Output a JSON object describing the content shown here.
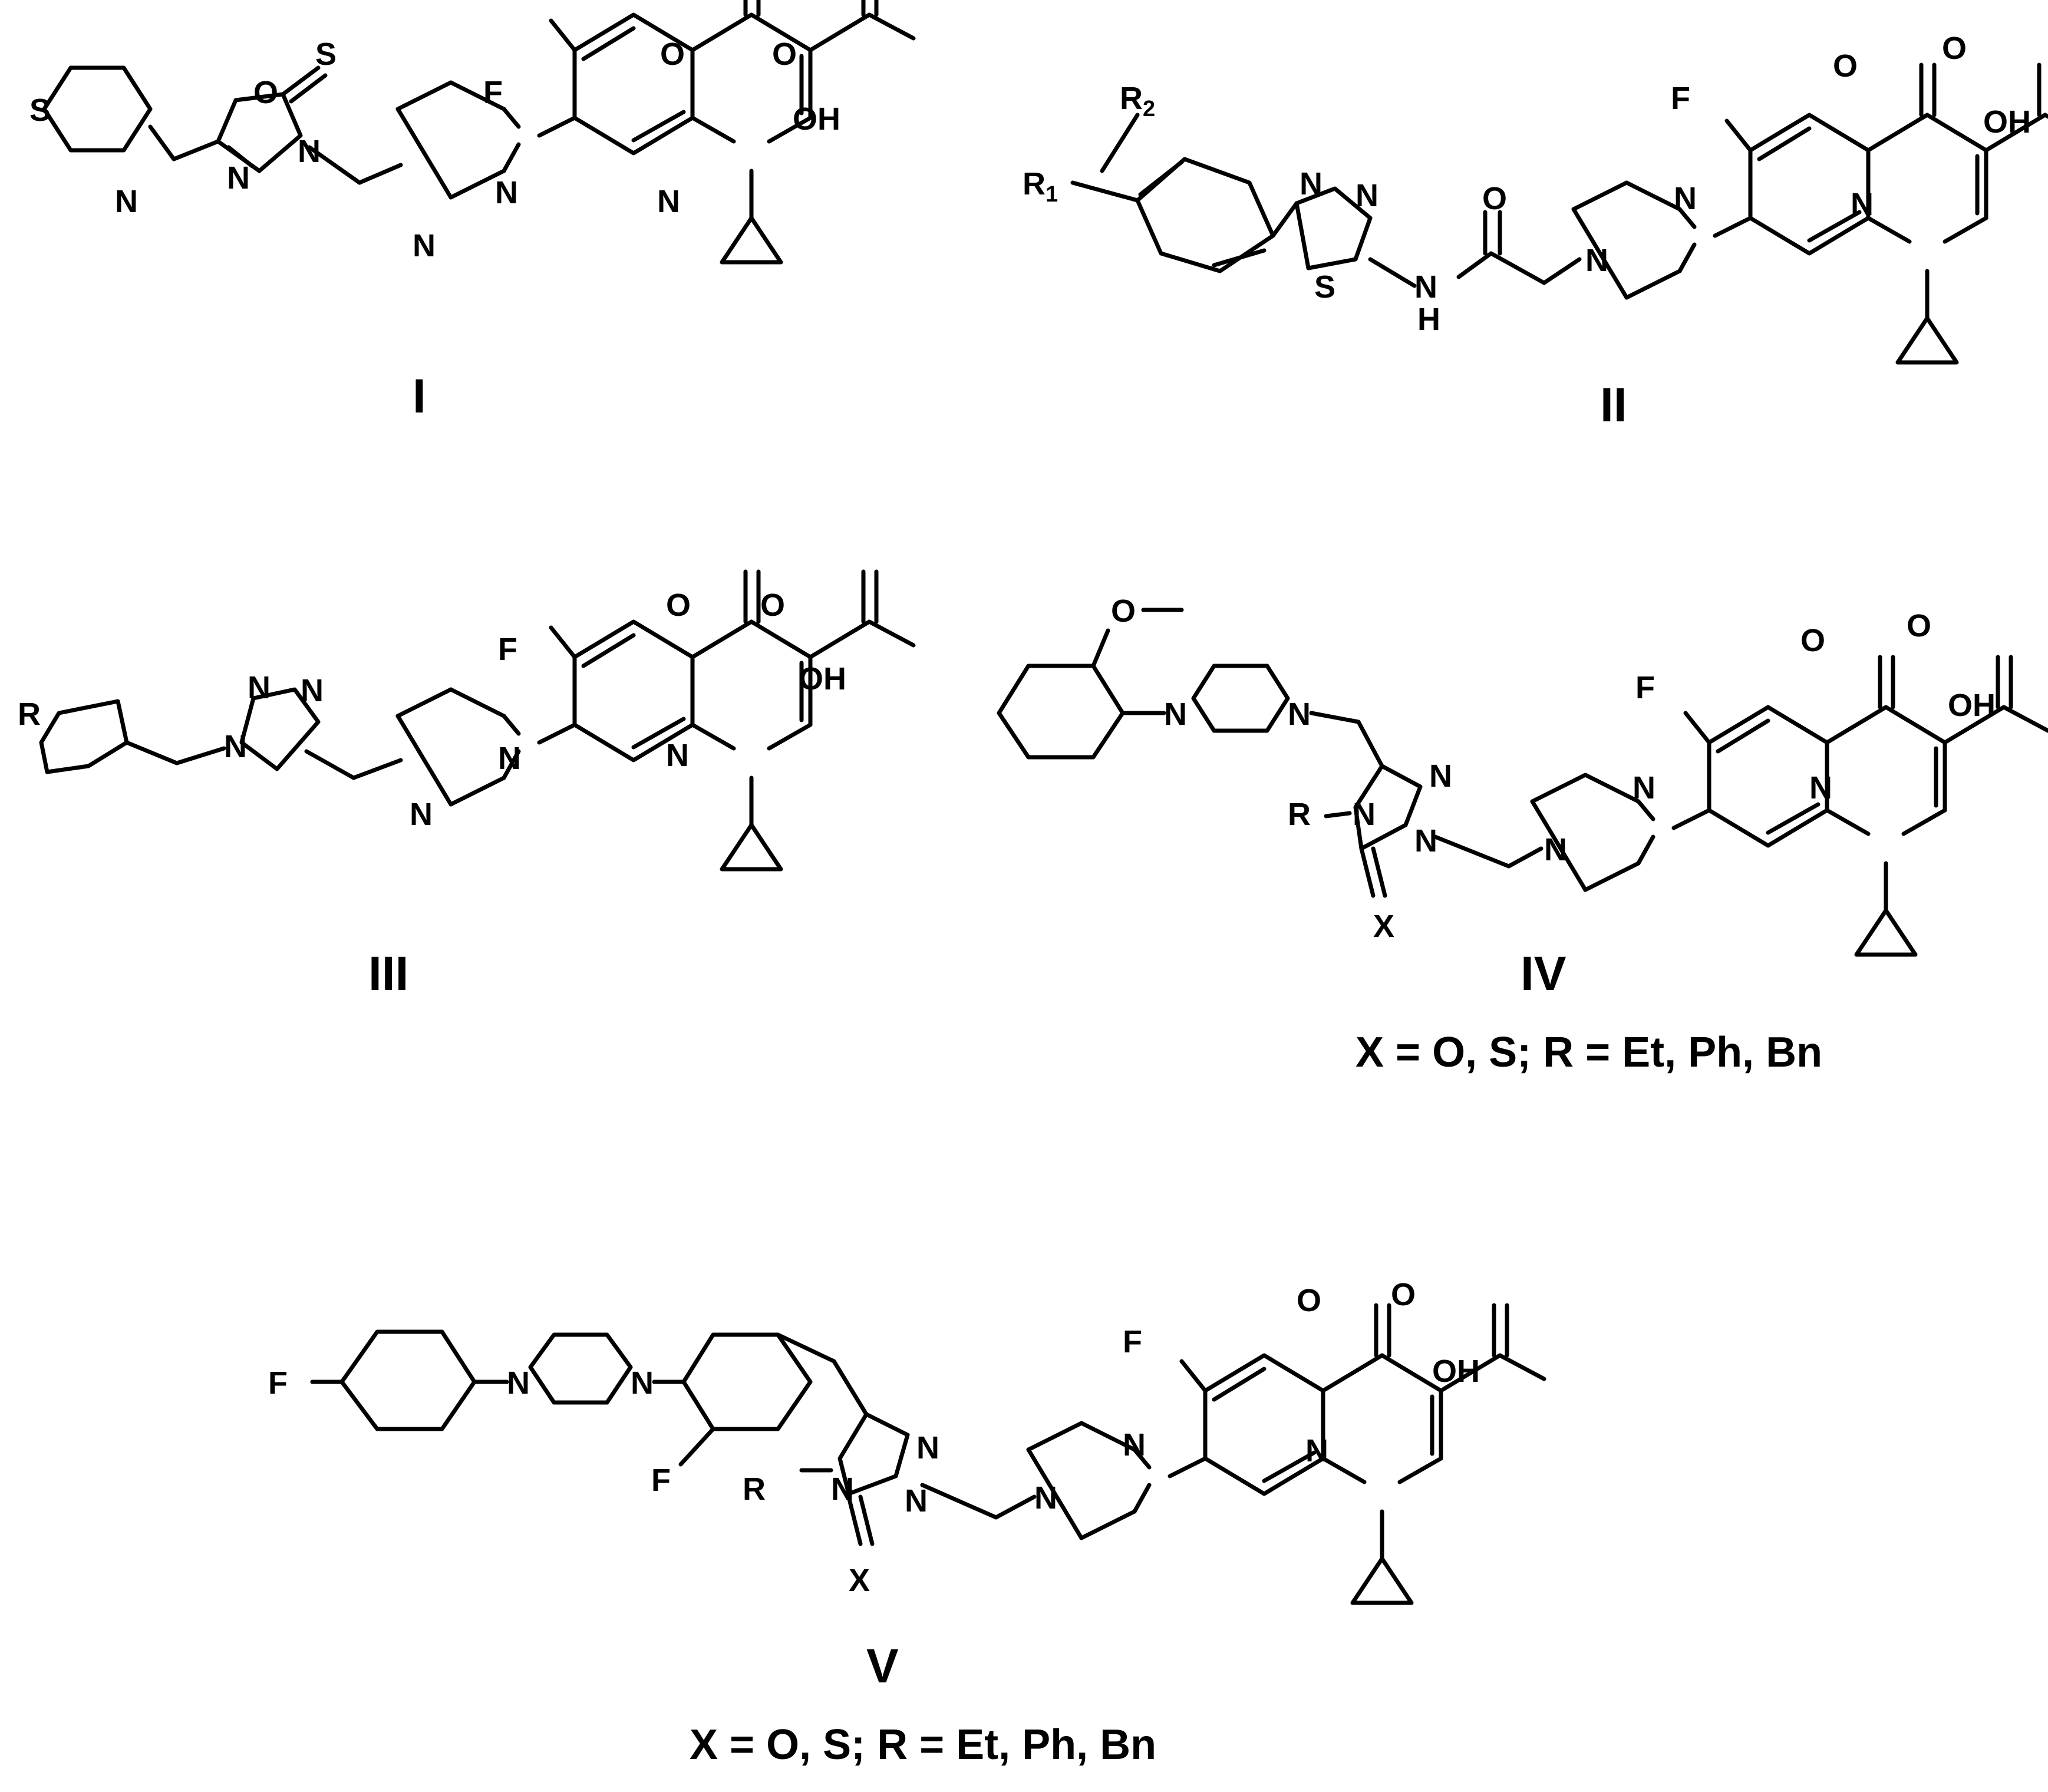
{
  "compounds": [
    {
      "id": "I",
      "note": ""
    },
    {
      "id": "II",
      "note": ""
    },
    {
      "id": "III",
      "note": ""
    },
    {
      "id": "IV",
      "note": "X = O, S; R = Et, Ph, Bn"
    },
    {
      "id": "V",
      "note": "X = O, S; R = Et, Ph, Bn"
    }
  ],
  "atoms": {
    "O": "O",
    "OH": "OH",
    "F": "F",
    "N": "N",
    "S": "S",
    "H": "H",
    "R": "R",
    "R1": "R",
    "R2": "R",
    "sub1": "1",
    "sub2": "2",
    "X": "X"
  }
}
